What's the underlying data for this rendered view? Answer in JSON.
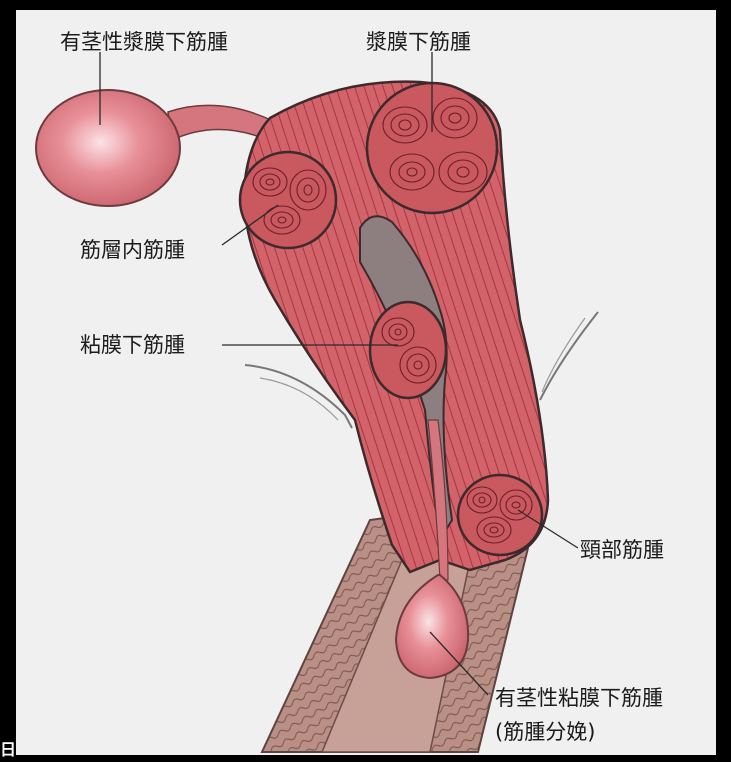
{
  "labels": {
    "pedunculated_subserosal": "有茎性漿膜下筋腫",
    "subserosal": "漿膜下筋腫",
    "intramural": "筋層内筋腫",
    "submucosal": "粘膜下筋腫",
    "cervical": "頸部筋腫",
    "pedunculated_submucosal_line1": "有茎性粘膜下筋腫",
    "pedunculated_submucosal_line2": "(筋腫分娩)"
  },
  "corner_char": "日",
  "colors": {
    "muscle": "#d3636a",
    "muscle_line": "#a8343f",
    "fibroid": "#c9585f",
    "fibroid_line": "#8a2a35",
    "pedunculated": "#e3848c",
    "cavity": "#8d7f80",
    "vagina": "#b98f86",
    "background": "#f1f0f0"
  }
}
